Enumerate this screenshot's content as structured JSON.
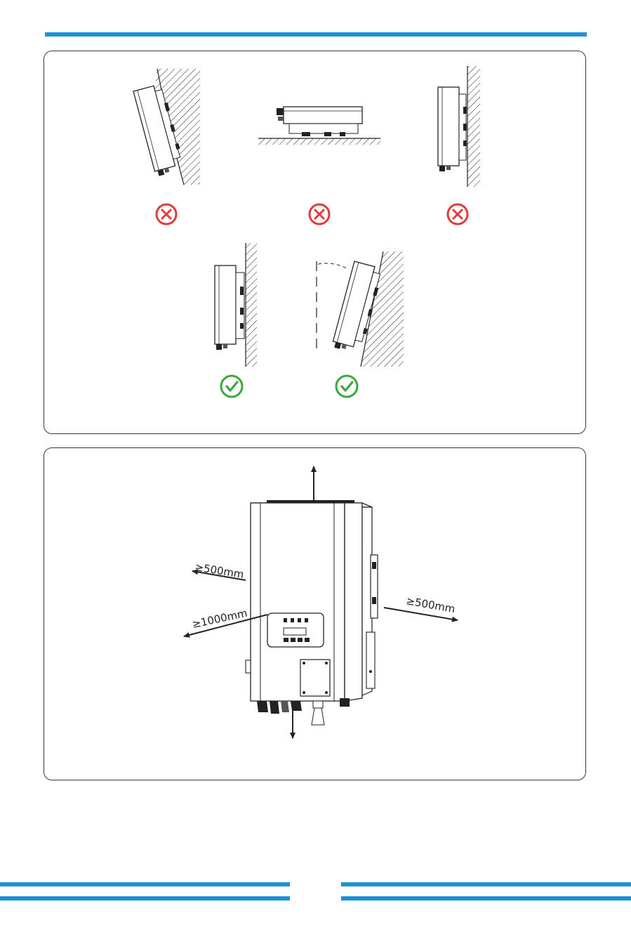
{
  "colors": {
    "accent_blue": "#1e90d6",
    "wrong_red": "#e03a3a",
    "correct_green": "#3aa83a",
    "line": "#222222"
  },
  "icons": {
    "wrong": "x-circle-icon",
    "correct": "check-circle-icon"
  },
  "clearance": {
    "left_side": "≥500mm",
    "front": "≥1000mm",
    "right_side": "≥500mm"
  }
}
